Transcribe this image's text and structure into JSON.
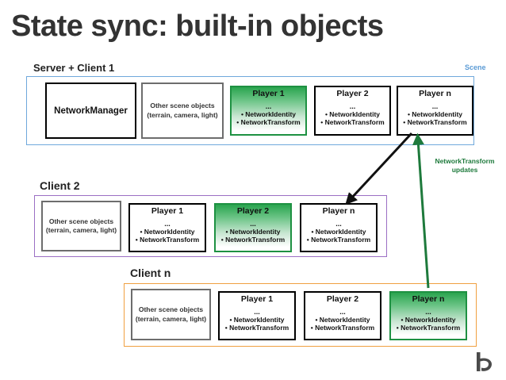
{
  "slide": {
    "title": "State sync: built-in objects",
    "scene_label": "Scene",
    "logo_name": "b-logo"
  },
  "colors": {
    "scene_border": "#6fa8dc",
    "scene_text": "#5b9bd5",
    "client2_border": "#9b6fc4",
    "clientn_border": "#f0a040",
    "highlight_green": "#1e9142",
    "arrow_green": "#1e7a3c",
    "arrow_black": "#111111",
    "title_text": "#333333"
  },
  "common": {
    "scene_objects_line1": "Other scene objects",
    "scene_objects_line2": "(terrain, camera, light)",
    "ellipsis": "...",
    "component_identity": "• NetworkIdentity",
    "component_transform": "• NetworkTransform",
    "network_manager": "NetworkManager"
  },
  "annotation": {
    "line1": "NetworkTransform",
    "line2": "updates"
  },
  "sections": [
    {
      "id": "server",
      "heading": "Server + Client 1",
      "players": [
        {
          "title": "Player 1",
          "highlight": true
        },
        {
          "title": "Player 2",
          "highlight": false
        },
        {
          "title": "Player n",
          "highlight": false
        }
      ]
    },
    {
      "id": "client2",
      "heading": "Client 2",
      "players": [
        {
          "title": "Player 1",
          "highlight": false
        },
        {
          "title": "Player 2",
          "highlight": true
        },
        {
          "title": "Player n",
          "highlight": false
        }
      ]
    },
    {
      "id": "clientn",
      "heading": "Client n",
      "players": [
        {
          "title": "Player 1",
          "highlight": false
        },
        {
          "title": "Player 2",
          "highlight": false
        },
        {
          "title": "Player n",
          "highlight": true
        }
      ]
    }
  ]
}
